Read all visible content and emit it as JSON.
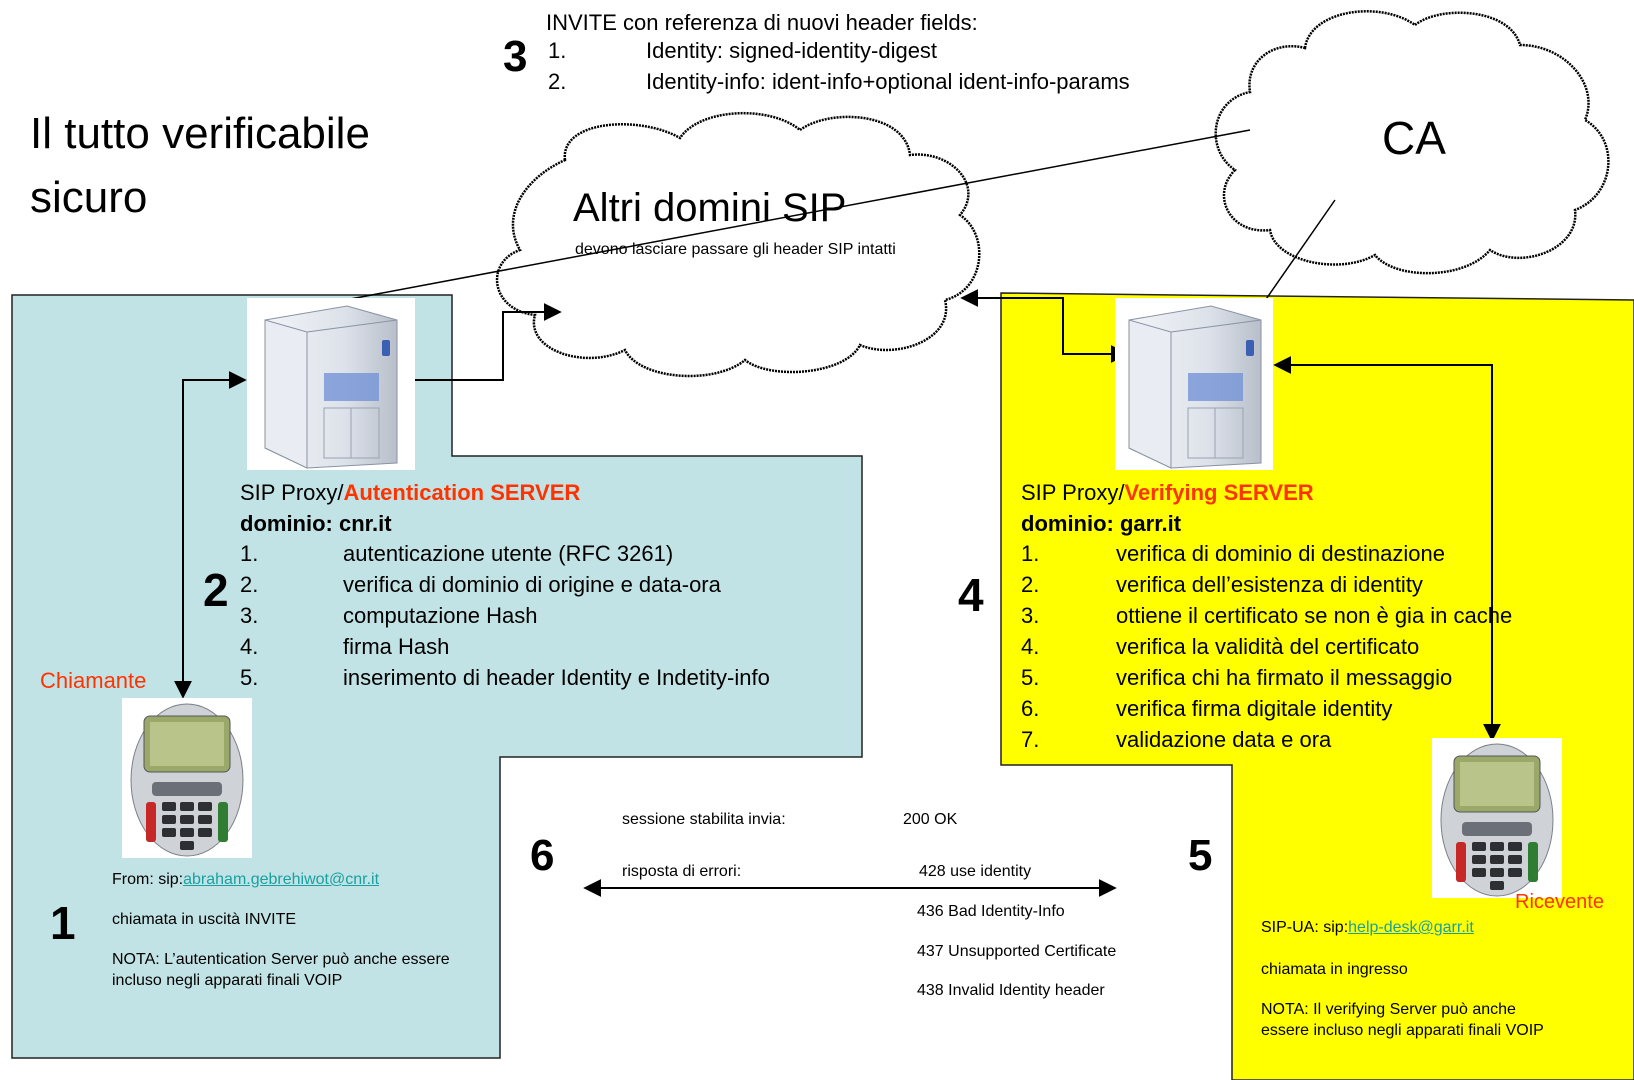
{
  "colors": {
    "left_domain_fill": "#c2e3e5",
    "right_domain_fill": "#ffff00",
    "accent_red": "#ff3300",
    "link": "#1aa0a0"
  },
  "headline": {
    "line1": "Il tutto verificabile",
    "line2": "sicuro"
  },
  "step3": {
    "number": "3",
    "intro": "INVITE con referenza di nuovi header fields:",
    "items": [
      {
        "n": "1.",
        "text": "Identity: signed-identity-digest"
      },
      {
        "n": "2.",
        "text": "Identity-info: ident-info+optional ident-info-params"
      }
    ]
  },
  "cloud_sip": {
    "title": "Altri domini SIP",
    "subtitle": "devono lasciare passare gli header SIP intatti"
  },
  "cloud_ca": {
    "label": "CA"
  },
  "auth_server": {
    "icon": "server-tower-icon",
    "label_prefix": "SIP Proxy/",
    "label_role": "Autentication SERVER",
    "domain": "dominio: cnr.it",
    "step_number": "2",
    "items": [
      {
        "n": "1.",
        "text": "autenticazione utente (RFC 3261)"
      },
      {
        "n": "2.",
        "text": "verifica di dominio di origine e data-ora"
      },
      {
        "n": "3.",
        "text": "computazione Hash"
      },
      {
        "n": "4.",
        "text": "firma Hash"
      },
      {
        "n": "5.",
        "text": "inserimento di header Identity e Indetity-info"
      }
    ]
  },
  "verify_server": {
    "icon": "server-tower-icon",
    "label_prefix": "SIP Proxy/",
    "label_role": "Verifying SERVER",
    "domain": "dominio: garr.it",
    "step_number": "4",
    "items": [
      {
        "n": "1.",
        "text": "verifica di dominio di destinazione"
      },
      {
        "n": "2.",
        "text": "verifica dell’esistenza di identity"
      },
      {
        "n": "3.",
        "text": "ottiene il certificato se non è gia in cache"
      },
      {
        "n": "4.",
        "text": "verifica la validità del certificato"
      },
      {
        "n": "5.",
        "text": "verifica chi ha firmato il messaggio"
      },
      {
        "n": "6.",
        "text": "verifica firma digitale identity"
      },
      {
        "n": "7.",
        "text": "validazione data e ora"
      }
    ]
  },
  "caller": {
    "label": "Chiamante",
    "icon": "voip-phone-icon",
    "step_number": "1",
    "from_prefix": "From: sip:",
    "from_address": "abraham.gebrehiwot@cnr.it",
    "call_text": "chiamata in uscità INVITE",
    "note_line1": "NOTA: L’autentication Server può anche essere",
    "note_line2": "incluso negli apparati finali VOIP"
  },
  "receiver": {
    "label": "Ricevente",
    "icon": "voip-phone-icon",
    "ua_prefix": "SIP-UA: sip:",
    "ua_address": "help-desk@garr.it",
    "call_text": "chiamata in ingresso",
    "note_line1": "NOTA: Il verifying Server può anche",
    "note_line2": "essere incluso negli apparati finali VOIP"
  },
  "responses": {
    "left_number": "6",
    "right_number": "5",
    "session_label": "sessione stabilita invia:",
    "session_code": "200 OK",
    "error_label": "risposta di errori:",
    "errors": [
      "428  use identity",
      "436 Bad Identity-Info",
      "437 Unsupported Certificate",
      "438 Invalid Identity header"
    ]
  }
}
